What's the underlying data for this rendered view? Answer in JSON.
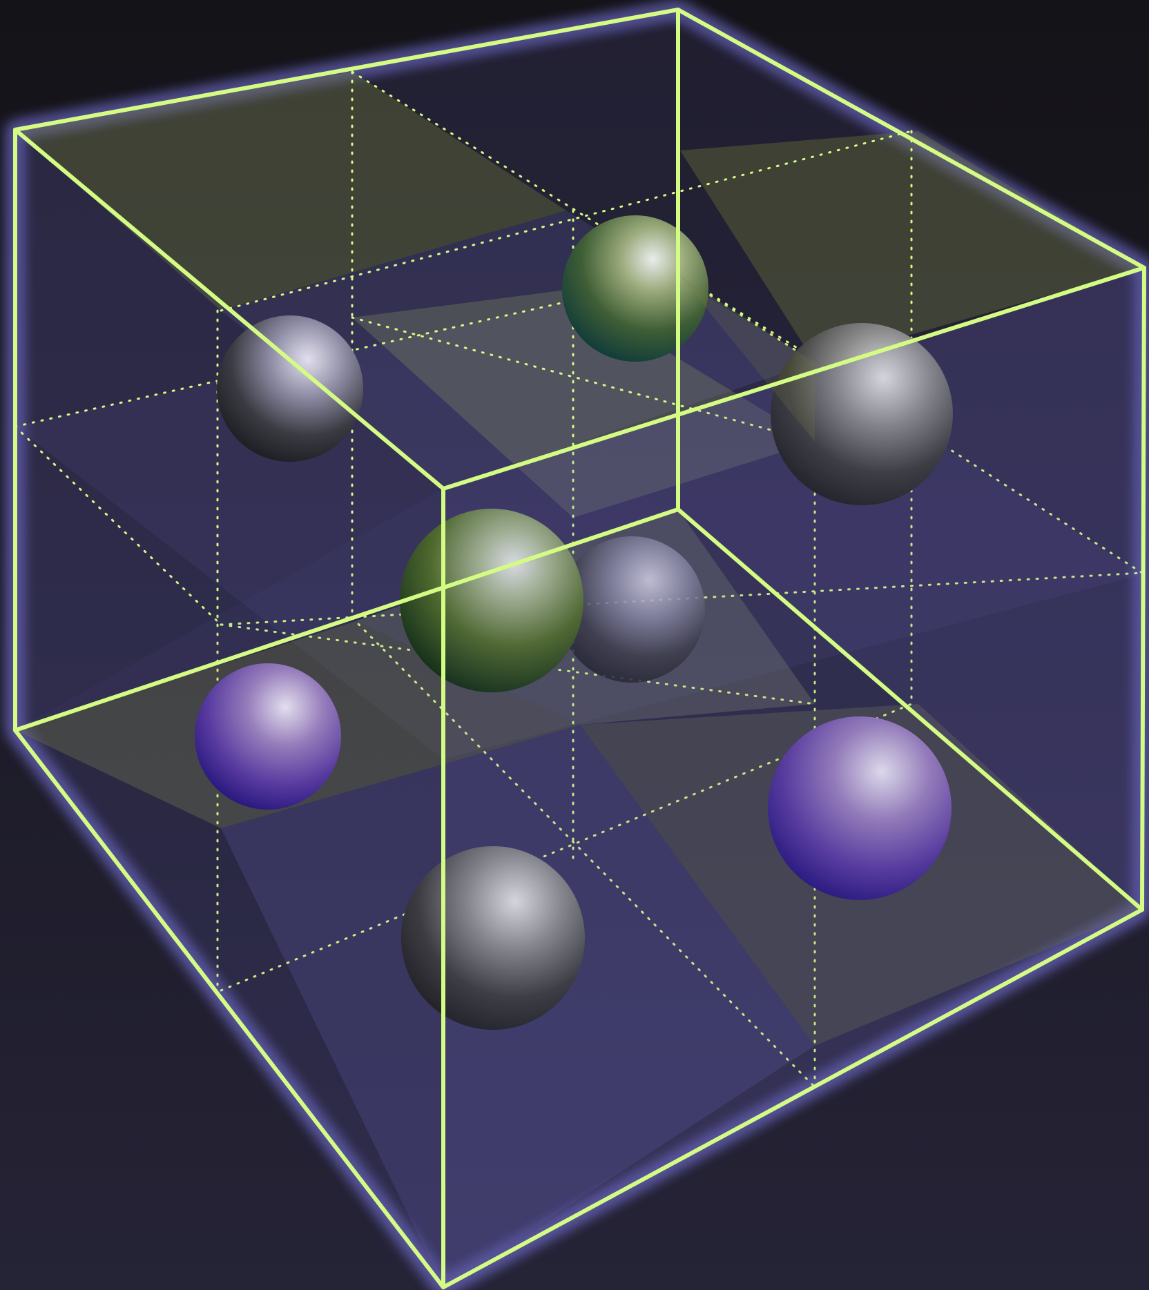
{
  "diagram": {
    "kind": "crystal-unit-cell",
    "colors": {
      "background_top": "#141318",
      "background_bottom": "#252336",
      "edge": "#d4fb84",
      "glow": "#8a86ff",
      "face_purple": "#6a63b8",
      "face_olive": "#76803a",
      "atom_green": "#4c6b25",
      "atom_gray": "#4d4d4d",
      "atom_violet": "#4c2b9a"
    },
    "atoms": [
      {
        "id": "back-top-green",
        "color": "green"
      },
      {
        "id": "back-left-gray",
        "color": "gray"
      },
      {
        "id": "back-right-gray",
        "color": "gray"
      },
      {
        "id": "center-gray",
        "color": "gray"
      },
      {
        "id": "front-green",
        "color": "green"
      },
      {
        "id": "left-violet",
        "color": "violet"
      },
      {
        "id": "right-violet",
        "color": "violet"
      },
      {
        "id": "bottom-gray",
        "color": "gray"
      }
    ]
  }
}
